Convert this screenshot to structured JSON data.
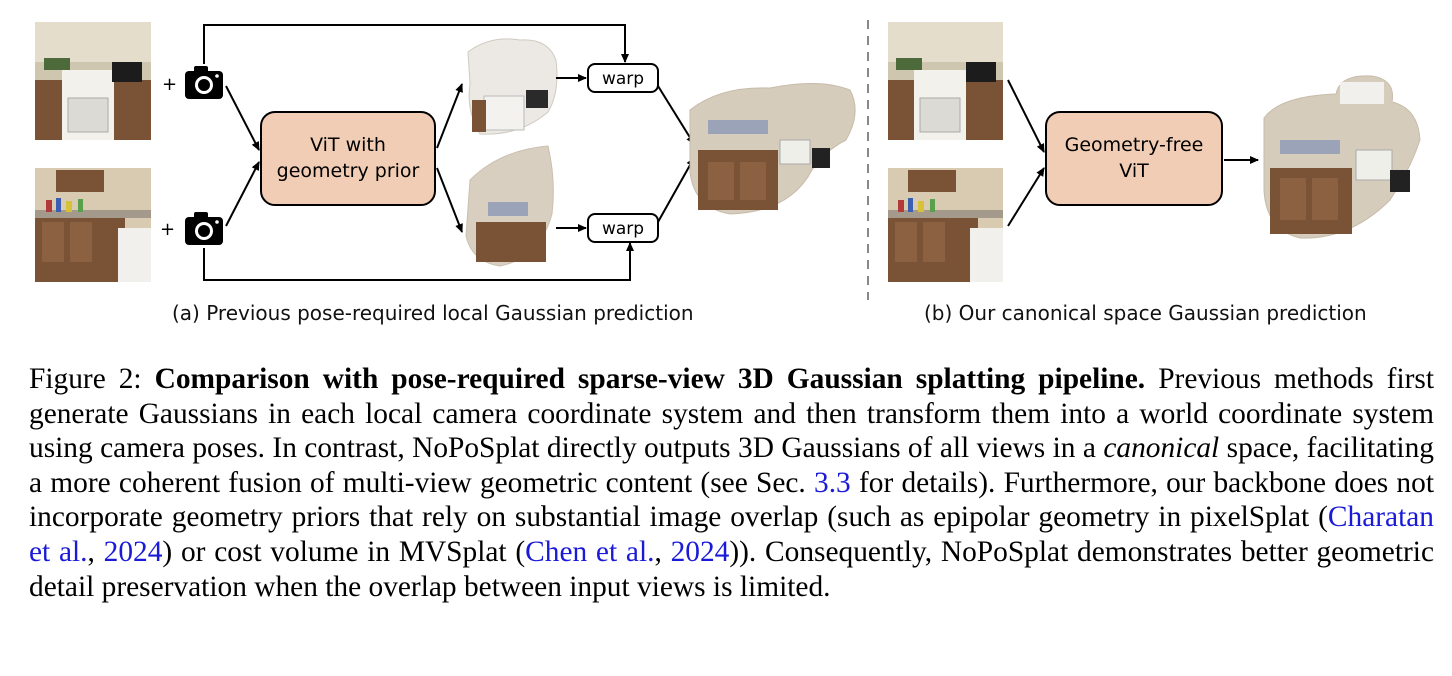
{
  "panel_a": {
    "vit_label_line1": "ViT with",
    "vit_label_line2": "geometry prior",
    "warp_top": "warp",
    "warp_bottom": "warp",
    "plus_top": "+",
    "plus_bottom": "+",
    "caption": "(a) Previous pose-required local Gaussian prediction"
  },
  "panel_b": {
    "vit_label_line1": "Geometry-free",
    "vit_label_line2": "ViT",
    "caption": "(b) Our canonical space Gaussian prediction"
  },
  "caption": {
    "figure_label": "Figure 2:",
    "title": "Comparison with pose-required sparse-view 3D Gaussian splatting pipeline.",
    "text1": "Previous methods first generate Gaussians in each local camera coordinate system and then transform them into a world coordinate system using camera poses. In contrast, NoPoSplat directly outputs 3D Gaussians of all views in a",
    "emph": "canonical",
    "text2": "space, facilitating a more coherent fusion of multi-view geometric content (see Sec.",
    "ref_section": "3.3",
    "text3": "for details). Furthermore, our backbone does not incorporate geometry priors that rely on substantial image overlap (such as epipolar geometry in pixelSplat (",
    "cite1_author": "Charatan et al.",
    "cite1_sep": ", ",
    "cite1_year": "2024",
    "text4": ") or cost volume in MVSplat (",
    "cite2_author": "Chen et al.",
    "cite2_sep": ", ",
    "cite2_year": "2024",
    "text5": ")). Consequently, NoPoSplat demonstrates better geometric detail preservation when the overlap between input views is limited."
  },
  "colors": {
    "vit_box_fill": "#f2cdb5",
    "link": "#1a1ad8",
    "wall": "#d8cbb2",
    "cabinet": "#7a5236"
  }
}
